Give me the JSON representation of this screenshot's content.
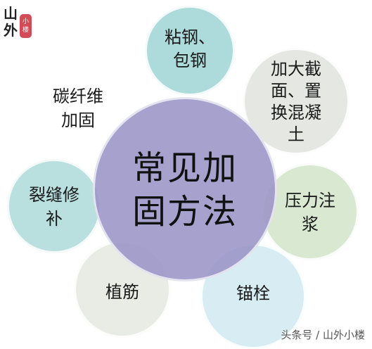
{
  "center": "常见加\n固方法",
  "nodes": {
    "top": "粘钢、\n包钢",
    "top_right": "加大截\n面、置\n换混凝\n土",
    "right": "压力注\n浆",
    "bottom_right": "锚栓",
    "bottom_left": "植筋",
    "left": "裂缝修\n补",
    "top_left": "碳纤维\n加固"
  },
  "logo": {
    "line1": "山",
    "line2": "外",
    "seal": "小楼"
  },
  "watermark": "头条号 / 山外小楼",
  "colors": {
    "center": "#9b94c7",
    "top": "#a9d9d9",
    "top_right": "#e4e6e1",
    "right": "#d6e7cf",
    "bottom_right": "#d5edf3",
    "bottom_left": "#e7ebe4",
    "left": "#b6dede",
    "top_left": "#ffffff"
  }
}
